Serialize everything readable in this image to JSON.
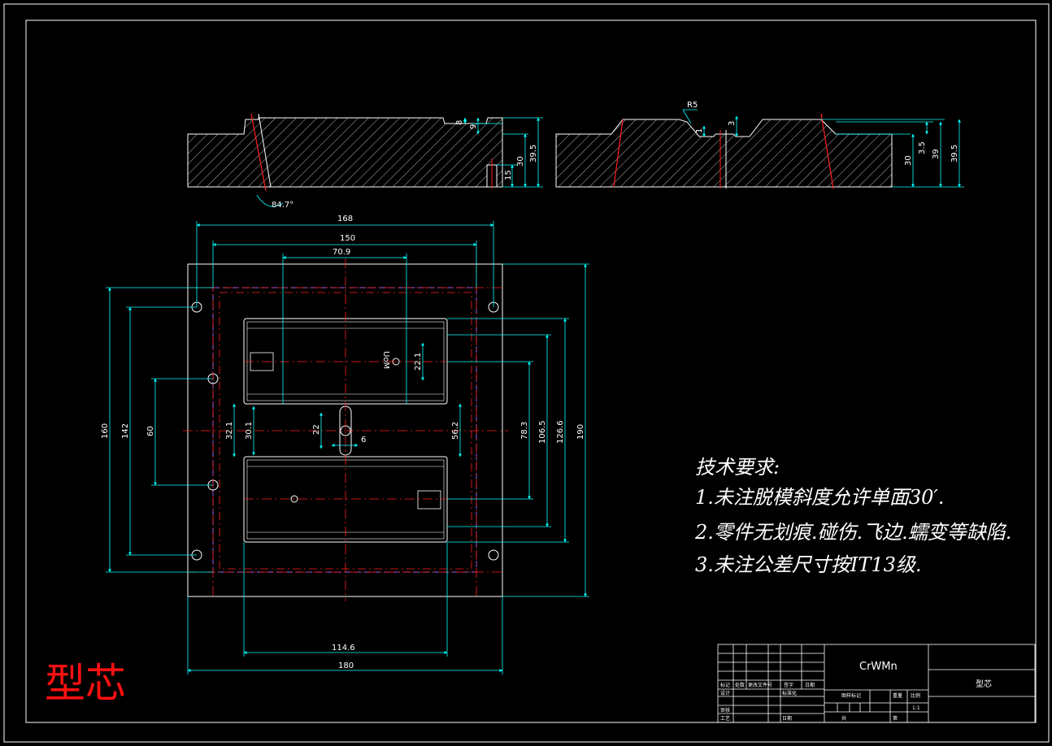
{
  "title_red": "型芯",
  "material": "CrWMn",
  "part_name": "型芯",
  "tech_requirements": {
    "heading": "技术要求:",
    "items": [
      "1.未注脱模斜度允许单面30′.",
      "2.零件无划痕.碰伤.飞边.蠕变等缺陷.",
      "3.未注公差尺寸按IT13级."
    ]
  },
  "section_left": {
    "dims": [
      "8",
      "9",
      "30",
      "39.5",
      "15",
      "84.7°"
    ]
  },
  "section_right": {
    "dims": [
      "R5",
      "1",
      "3",
      "30",
      "3.5",
      "39",
      "39.5"
    ]
  },
  "plan_view": {
    "dims_top": [
      "168",
      "150",
      "70.9"
    ],
    "dims_bottom": [
      "114.6",
      "180"
    ],
    "dims_left": [
      "160",
      "142",
      "60"
    ],
    "dims_center": [
      "32.1",
      "30.1",
      "22",
      "6",
      "22.1",
      "56.2"
    ],
    "dims_right": [
      "78.3",
      "106.5",
      "126.6",
      "190"
    ],
    "cavity_mark": "UoM"
  },
  "title_block": {
    "labels": [
      "标记",
      "处数",
      "更改文件号",
      "签字",
      "日期",
      "设计",
      "标准化",
      "审核",
      "工艺",
      "日期",
      "图样标记",
      "重量",
      "比例",
      "共",
      "第"
    ],
    "scale": "1:1"
  },
  "colors": {
    "background": "#000000",
    "object": "#ffffff",
    "dimension": "#00ffff",
    "centerline": "#ff2020",
    "hidden": "#8a6cff",
    "title": "#ff1010"
  }
}
